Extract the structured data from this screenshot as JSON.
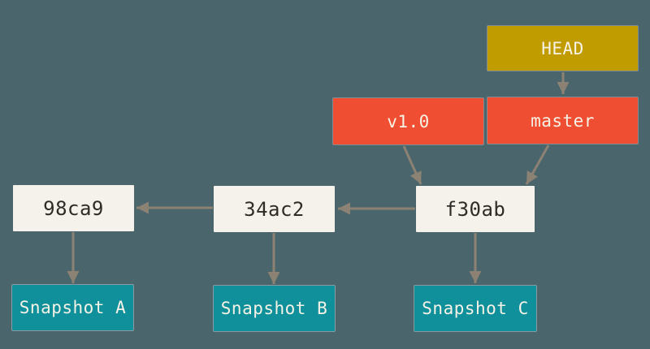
{
  "diagram": {
    "type": "git-commit-graph",
    "background_color": "#4B656D",
    "arrow_color": "#8C8273",
    "nodes": {
      "head": {
        "label": "HEAD",
        "kind": "symbolic-ref",
        "color": "#C19C00",
        "text_color": "#F6F3E6"
      },
      "v1_0": {
        "label": "v1.0",
        "kind": "tag",
        "color": "#F04E32",
        "text_color": "#F6F3E6"
      },
      "master": {
        "label": "master",
        "kind": "branch",
        "color": "#F04E32",
        "text_color": "#F6F3E6"
      },
      "c98ca9": {
        "label": "98ca9",
        "kind": "commit",
        "color": "#F5F2EB",
        "text_color": "#2F2C28"
      },
      "c34ac2": {
        "label": "34ac2",
        "kind": "commit",
        "color": "#F5F2EB",
        "text_color": "#2F2C28"
      },
      "cf30ab": {
        "label": "f30ab",
        "kind": "commit",
        "color": "#F5F2EB",
        "text_color": "#2F2C28"
      },
      "snap_a": {
        "label": "Snapshot A",
        "kind": "snapshot",
        "color": "#10909B",
        "text_color": "#F6F3E6"
      },
      "snap_b": {
        "label": "Snapshot B",
        "kind": "snapshot",
        "color": "#10909B",
        "text_color": "#F6F3E6"
      },
      "snap_c": {
        "label": "Snapshot C",
        "kind": "snapshot",
        "color": "#10909B",
        "text_color": "#F6F3E6"
      }
    },
    "edges": [
      {
        "from": "head",
        "to": "master"
      },
      {
        "from": "master",
        "to": "cf30ab"
      },
      {
        "from": "v1_0",
        "to": "cf30ab"
      },
      {
        "from": "cf30ab",
        "to": "c34ac2"
      },
      {
        "from": "c34ac2",
        "to": "c98ca9"
      },
      {
        "from": "c98ca9",
        "to": "snap_a"
      },
      {
        "from": "c34ac2",
        "to": "snap_b"
      },
      {
        "from": "cf30ab",
        "to": "snap_c"
      }
    ]
  }
}
